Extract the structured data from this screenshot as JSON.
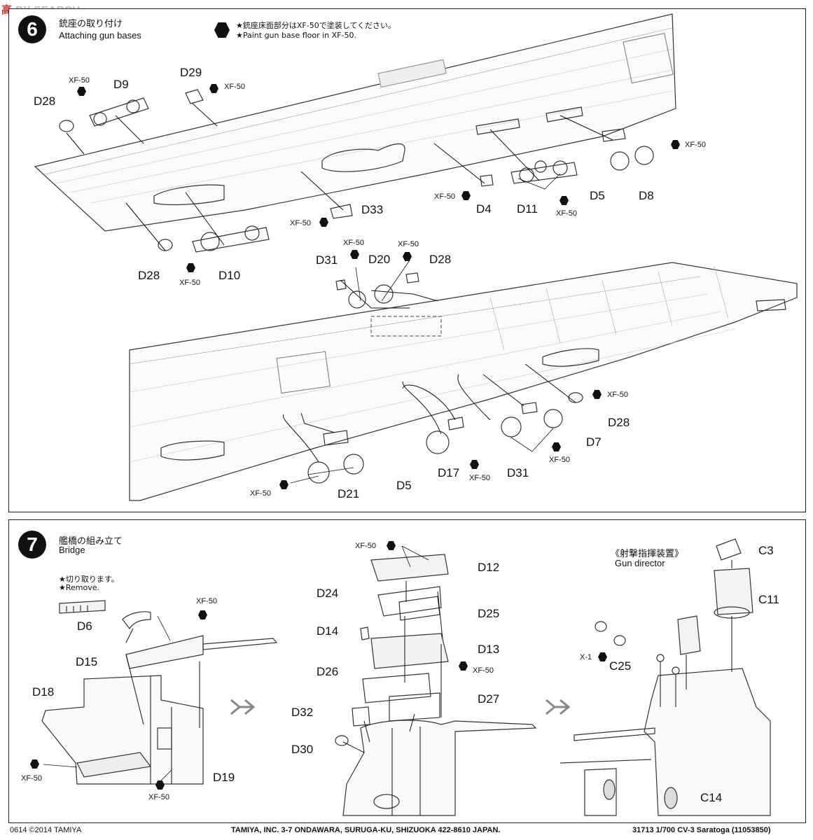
{
  "watermark": {
    "mark": "高",
    "text": "BY SEARCH"
  },
  "step6": {
    "number": "6",
    "title_jp": "銃座の取り付け",
    "title_en": "Attaching gun bases",
    "note_jp": "★銃座床面部分はXF-50で塗装してください。",
    "note_en": "★Paint gun base floor in XF-50.",
    "paint": "XF-50",
    "parts": [
      "D28",
      "D9",
      "D29",
      "D33",
      "D4",
      "D11",
      "D5",
      "D8",
      "D10",
      "D31",
      "D20",
      "D28",
      "D28",
      "D7",
      "D17",
      "D31",
      "D21",
      "D5",
      "D28"
    ]
  },
  "step7": {
    "number": "7",
    "title_jp": "艦橋の組み立て",
    "title_en": "Bridge",
    "note_jp": "★切り取ります。",
    "note_en": "★Remove.",
    "sub_jp": "《射撃指揮装置》",
    "sub_en": "Gun director",
    "paint": "XF-50",
    "paint_x": "X-1",
    "parts": [
      "D6",
      "D15",
      "D18",
      "D19",
      "D12",
      "D24",
      "D25",
      "D14",
      "D13",
      "D26",
      "D27",
      "D32",
      "D30",
      "C3",
      "C11",
      "C25",
      "C14"
    ]
  },
  "footer": {
    "copyright": "0614 ©2014 TAMIYA",
    "company": "TAMIYA, INC.  3-7 ONDAWARA, SURUGA-KU, SHIZUOKA 422-8610 JAPAN.",
    "product": "31713  1/700 CV-3 Saratoga (11053850)"
  }
}
